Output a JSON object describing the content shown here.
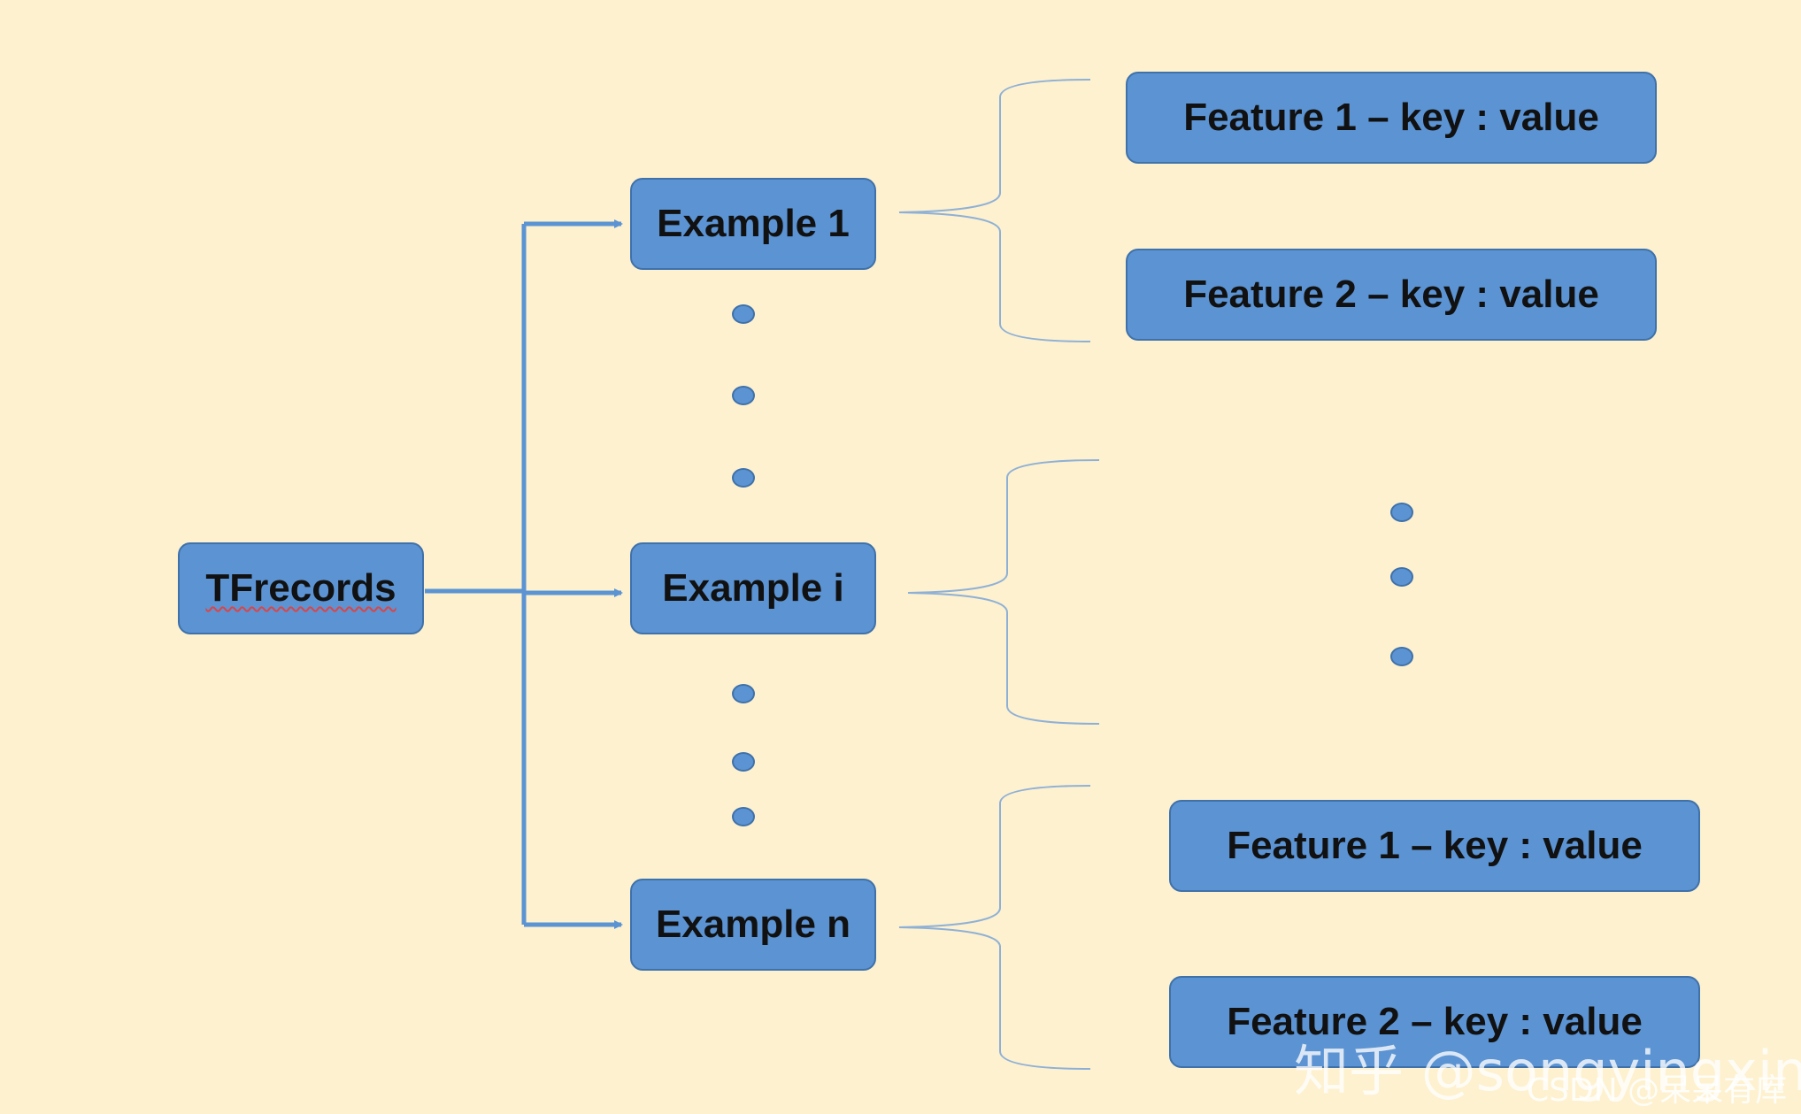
{
  "root": {
    "label": "TFrecords"
  },
  "examples": [
    {
      "label": "Example 1"
    },
    {
      "label": "Example i"
    },
    {
      "label": "Example n"
    }
  ],
  "features_top": [
    {
      "label": "Feature 1 – key : value"
    },
    {
      "label": "Feature 2 – key : value"
    }
  ],
  "features_bottom": [
    {
      "label": "Feature 1 – key : value"
    },
    {
      "label": "Feature 2 – key : value"
    }
  ],
  "watermarks": {
    "zhihu": "知乎 @songyingxin",
    "csdn": "CSDN @呆呆有库"
  },
  "colors": {
    "background": "#fdf1cf",
    "box_fill": "#5b93d3",
    "box_border": "#3f71aa",
    "arrow": "#5b93d3",
    "brace": "#8fb0d6"
  }
}
